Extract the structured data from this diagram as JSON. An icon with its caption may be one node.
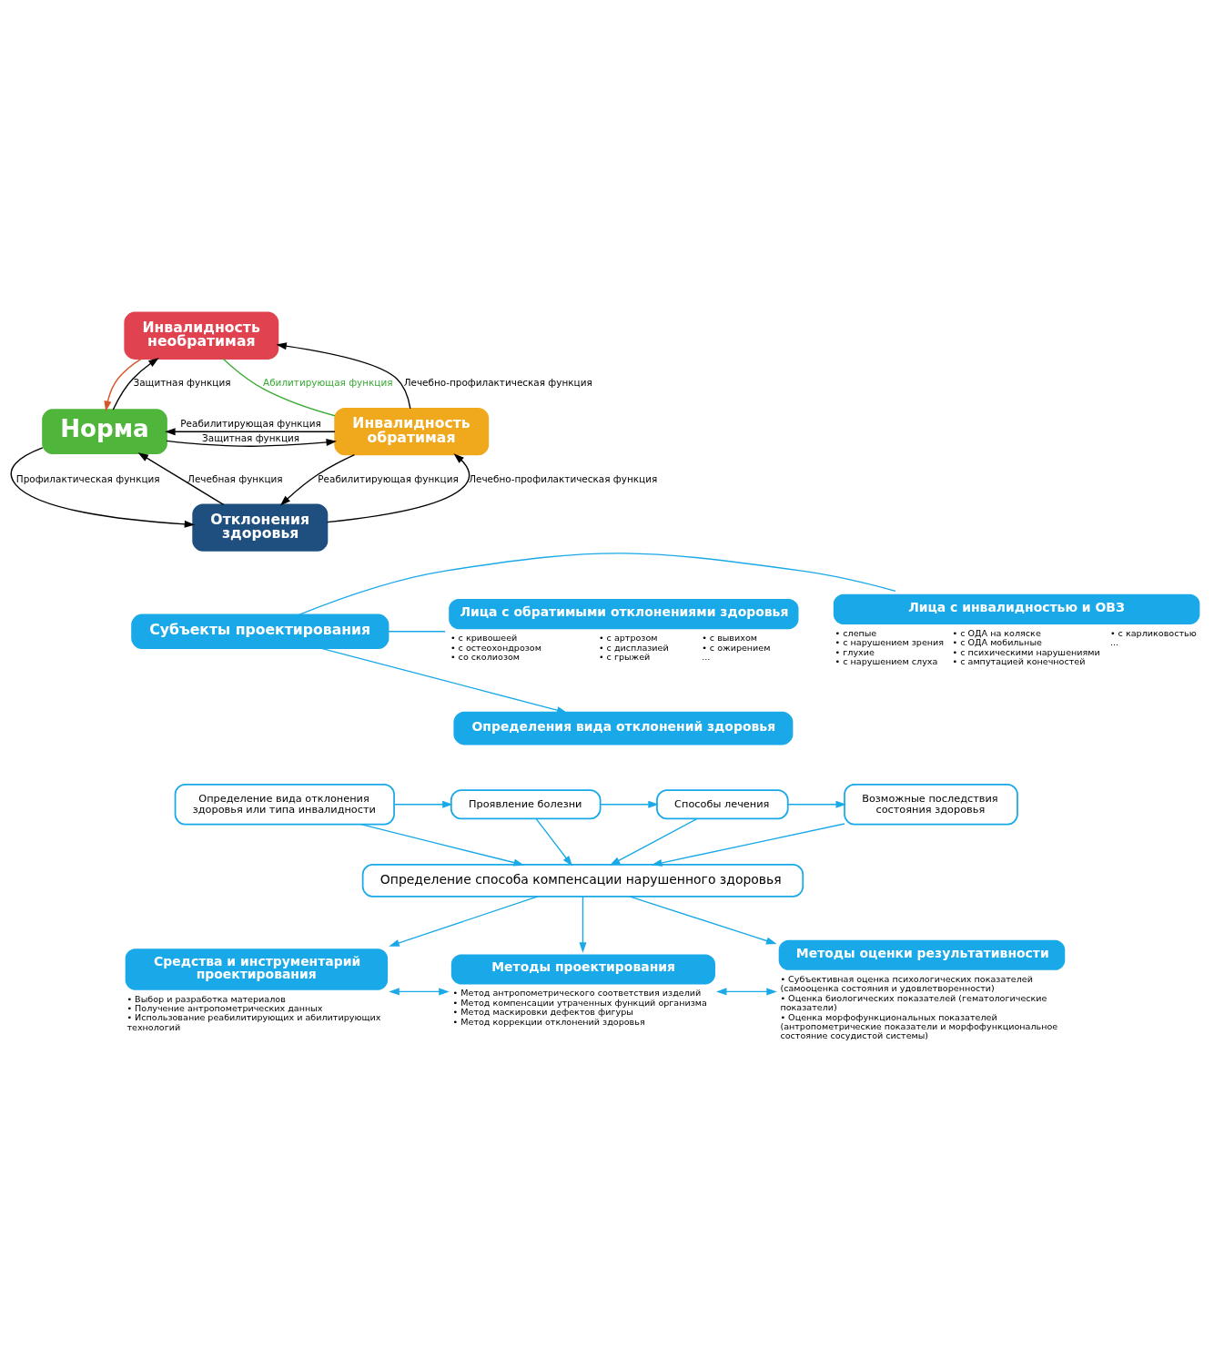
{
  "diagram": {
    "nodes": [
      {
        "text": [
          "Инвалидность необратимая"
        ]
      },
      {
        "text": [
          "Норма"
        ]
      },
      {
        "text": [
          "Инвалидность обратимая"
        ]
      },
      {
        "text": [
          "Отклонения здоровья"
        ]
      },
      {
        "text": [
          "Субъекты проектирования"
        ]
      },
      {
        "text": [
          "Лица с обратимыми отклонениями здоровья"
        ],
        "beside": [
          "• с кривошеей",
          "• с остеохондрозом",
          "• со сколиозом",
          "• с артрозом",
          "• с дисплазией",
          "• с грыжей",
          "• с вывихом",
          "• с ожирением",
          "..."
        ]
      },
      {
        "text": [
          "Лица с инвалидностью и ОВЗ"
        ],
        "beside": [
          "• слепые",
          "• с нарушением зрения",
          "• глухие",
          "• с нарушением слуха",
          "• с ОДА на коляске",
          "• с ОДА мобильные",
          "• с психическими нарушениями",
          "• с ампутацией конечностей",
          "• с карликовостью",
          "..."
        ]
      },
      {
        "text": [
          "Определения вида отклонений здоровья"
        ]
      },
      {
        "text": [
          "Определение вида отклонения здоровья или типа инвалидности"
        ]
      },
      {
        "text": [
          "Проявление болезни"
        ]
      },
      {
        "text": [
          "Способы лечения"
        ]
      },
      {
        "text": [
          "Возможные последствия состояния здоровья"
        ]
      },
      {
        "text": [
          "Определение способа компенсации нарушенного здоровья"
        ]
      },
      {
        "text": [
          "Средства и инструментарий проектирования"
        ],
        "beside": [
          "• Выбор и разработка материалов",
          "• Получение антропометрических данных",
          "• Использование реабилитирующих и абилитирующих технологий"
        ]
      },
      {
        "text": [
          "Методы проектирования"
        ],
        "beside": [
          "• Метод антропометрического соответствия изделий",
          "• Метод компенсации утраченных функций организма",
          "• Метод маскировки дефектов фигуры",
          "• Метод коррекции отклонений здоровья"
        ]
      },
      {
        "text": [
          "Методы оценки результативности"
        ],
        "beside": [
          "• Субъективная оценка психологических показателей (самооценка состояния и удовлетворенности)",
          "• Оценка биологических показателей (гематологические показатели)",
          "• Оценка морфофункциональных показателей (антропометрические показатели и морфофункциональное состояние сосудистой системы)"
        ]
      }
    ],
    "edges": [
      {
        "from": 1,
        "to": 0,
        "arrow": "to",
        "label": "Защитная функция",
        "color": "#000000"
      },
      {
        "from": 0,
        "to": 1,
        "arrow": "to",
        "color": "#d9542b"
      },
      {
        "from": 0,
        "to": 2,
        "arrow": "none",
        "label": "Абилитирующая функция",
        "color": "#3aaa35"
      },
      {
        "from": 2,
        "to": 0,
        "arrow": "to",
        "label": "Лечебно-профилактическая функция",
        "color": "#000000"
      },
      {
        "from": 1,
        "to": 2,
        "arrow": "to",
        "label": "Защитная функция",
        "color": "#000000"
      },
      {
        "from": 2,
        "to": 1,
        "arrow": "to",
        "label": "Реабилитирующая функция",
        "color": "#000000"
      },
      {
        "from": 1,
        "to": 3,
        "arrow": "to",
        "label": "Профилактическая функция",
        "color": "#000000"
      },
      {
        "from": 3,
        "to": 1,
        "arrow": "to",
        "label": "Лечебная функция",
        "color": "#000000"
      },
      {
        "from": 3,
        "to": 2,
        "arrow": "to",
        "label": "Лечебно-профилактическая функция",
        "color": "#000000"
      },
      {
        "from": 2,
        "to": 3,
        "arrow": "to",
        "label": "Реабилитирующая функция",
        "color": "#000000"
      },
      {
        "from": 4,
        "to": 5,
        "arrow": "none"
      },
      {
        "from": 4,
        "to": 6,
        "arrow": "none"
      },
      {
        "from": 4,
        "to": 7,
        "arrow": "to"
      },
      {
        "from": 8,
        "to": 9,
        "arrow": "to"
      },
      {
        "from": 9,
        "to": 10,
        "arrow": "to"
      },
      {
        "from": 10,
        "to": 11,
        "arrow": "to"
      },
      {
        "from": 8,
        "to": 12,
        "arrow": "to"
      },
      {
        "from": 9,
        "to": 12,
        "arrow": "to"
      },
      {
        "from": 10,
        "to": 12,
        "arrow": "to"
      },
      {
        "from": 11,
        "to": 12,
        "arrow": "to"
      },
      {
        "from": 12,
        "to": 13,
        "arrow": "to"
      },
      {
        "from": 12,
        "to": 14,
        "arrow": "to"
      },
      {
        "from": 12,
        "to": 15,
        "arrow": "to"
      },
      {
        "from": 13,
        "to": 14,
        "arrow": "both"
      },
      {
        "from": 14,
        "to": 15,
        "arrow": "both"
      }
    ]
  }
}
